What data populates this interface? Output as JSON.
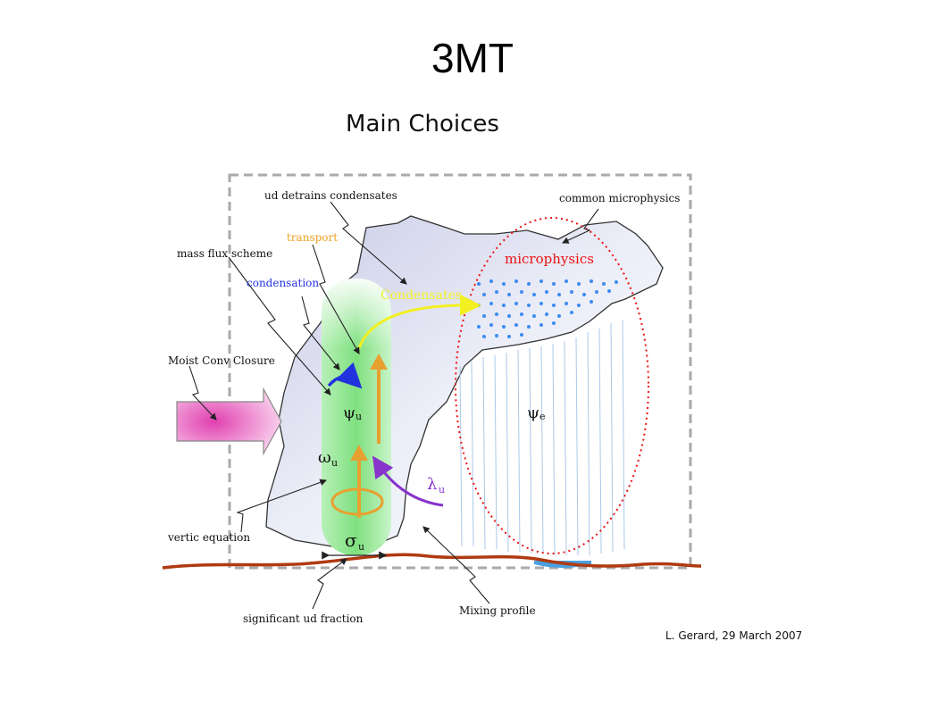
{
  "slide": {
    "title": "3MT",
    "subtitle": "Main Choices",
    "credit": "L. Gerard, 29 March 2007"
  },
  "labels": {
    "ud_detrains": "ud detrains condensates",
    "common_microphysics": "common microphysics",
    "transport": "transport",
    "mass_flux_scheme": "mass flux scheme",
    "microphysics": "microphysics",
    "condensation": "condensation",
    "condensates": "Condensates",
    "moist_conv_closure": "Moist Conv  Closure",
    "psi_u": "ψ",
    "psi_u_sub": "u",
    "psi_e": "ψ",
    "psi_e_sub": "e",
    "omega_u": "ω",
    "omega_u_sub": "u",
    "lambda_u": "λ",
    "lambda_u_sub": "u",
    "sigma_u": "σ",
    "sigma_u_sub": "u",
    "vertic_equation": "vertic equation",
    "significant_ud_fraction": "significant ud fraction",
    "mixing_profile": "Mixing profile"
  },
  "colors": {
    "transport": "#f0a020",
    "microphysics": "#ee1111",
    "condensation": "#2233dd",
    "condensates": "#f2f020",
    "lambda": "#8833cc",
    "ground": "#b03a10",
    "updraft": "#7fe07f",
    "arrow_orange": "#e8a030"
  }
}
